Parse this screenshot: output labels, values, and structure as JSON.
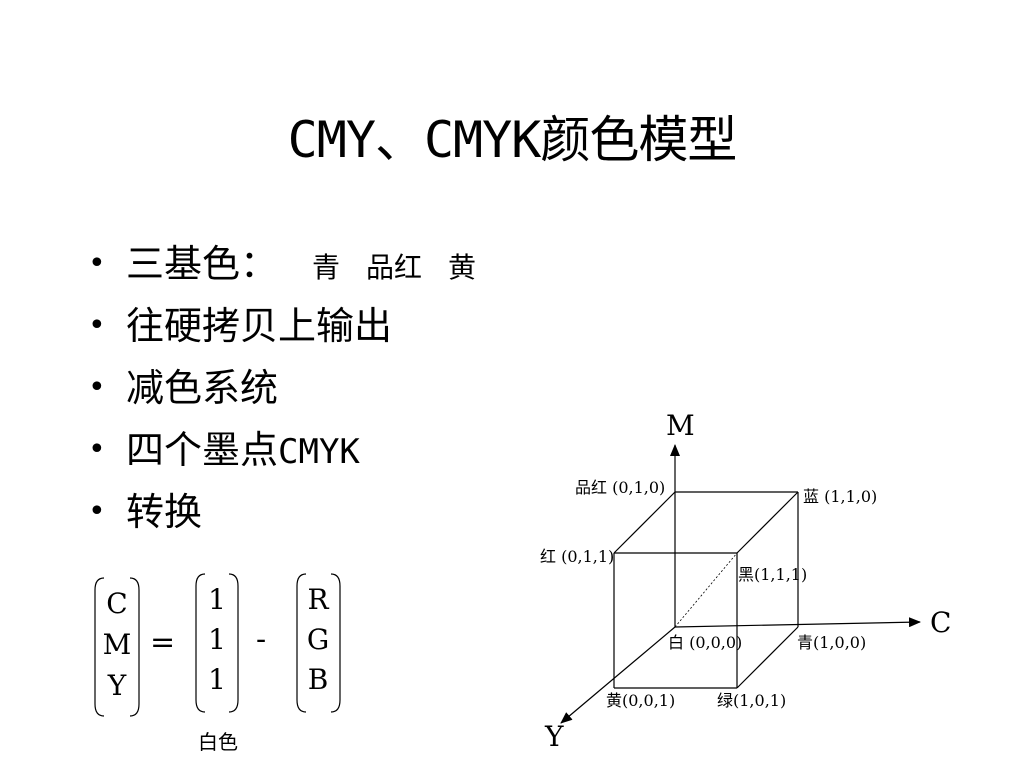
{
  "title": "CMY、CMYK颜色模型",
  "bullets": {
    "b1": "三基色：",
    "b1_colors": [
      "青",
      "品红",
      "黄"
    ],
    "b2": "往硬拷贝上输出",
    "b3": "减色系统",
    "b4_prefix": "四个墨点",
    "b4_suffix": "CMYK",
    "b5": "转换"
  },
  "formula": {
    "lhs": [
      "C",
      "M",
      "Y"
    ],
    "equals": "=",
    "ones": [
      "1",
      "1",
      "1"
    ],
    "minus": "-",
    "rhs": [
      "R",
      "G",
      "B"
    ],
    "caption": "白色"
  },
  "cube": {
    "axis_m": "M",
    "axis_c": "C",
    "axis_y": "Y",
    "magenta": "品红 (0,1,0)",
    "blue": "蓝 (1,1,0)",
    "red": "红 (0,1,1)",
    "black": "黑(1,1,1)",
    "white": "白 (0,0,0)",
    "cyan": "青(1,0,0)",
    "yellow": "黄(0,0,1)",
    "green": "绿(1,0,1)"
  }
}
